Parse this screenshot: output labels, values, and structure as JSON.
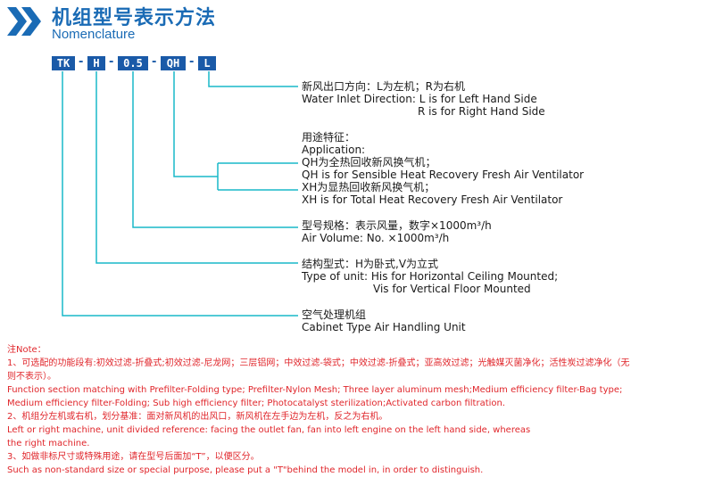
{
  "header": {
    "title": "机组型号表示方法",
    "subtitle": "Nomenclature",
    "accent_color": "#1a6bb5",
    "line_color": "#19b8c9"
  },
  "code": {
    "segments": [
      "TK",
      "H",
      "0.5",
      "QH",
      "L"
    ],
    "separator": "-"
  },
  "descriptions": {
    "direction": {
      "title_cn": "新风出口方向：L为左机；R为右机",
      "en_1": "Water Inlet Direction: L is for Left Hand Side",
      "en_2": "R is for Right Hand Side"
    },
    "application": {
      "title_cn": "用途特征：",
      "title_en": "Application:",
      "qh_cn": "QH为全热回收新风换气机；",
      "qh_en": "QH is for Sensible Heat Recovery Fresh Air Ventilator",
      "xh_cn": "XH为显热回收新风换气机；",
      "xh_en": "XH is for Total Heat Recovery Fresh Air Ventilator"
    },
    "volume": {
      "title_cn": "型号规格：表示风量，数字×1000m³/h",
      "en": "Air Volume: No. ×1000m³/h"
    },
    "structure": {
      "title_cn": "结构型式：H为卧式,V为立式",
      "en_1": "Type of unit:  His for Horizontal Ceiling Mounted;",
      "en_2": "Vis for Vertical Floor Mounted"
    },
    "cabinet": {
      "title_cn": "空气处理机组",
      "en": "Cabinet Type Air Handling Unit"
    }
  },
  "notes": {
    "color": "#e0262b",
    "lines": [
      "注Note：",
      "1、可选配的功能段有:初效过滤-折叠式;初效过滤-尼龙网；三层铝网；中效过滤-袋式；中效过滤-折叠式；亚高效过滤；光触媒灭菌净化；活性炭过滤净化（无",
      "则不表示）。",
      "Function section matching with Prefilter-Folding type; Prefilter-Nylon Mesh; Three layer aluminum mesh;Medium efficiency filter-Bag type;",
      "Medium efficiency filter-Folding; Sub high efficiency filter; Photocatalyst sterilization;Activated carbon filtration.",
      "2、机组分左机或右机，划分基准：面对新风机的出风口，新风机在左手边为左机，反之为右机。",
      "Left or right machine, unit divided reference: facing the outlet fan, fan into left engine on the left hand side, whereas",
      "the right machine.",
      "3、如做非标尺寸或特殊用途，请在型号后面加“T”，以便区分。",
      "Such as non-standard size or special purpose, please put a \"T\"behind the model in, in order to distinguish."
    ]
  }
}
